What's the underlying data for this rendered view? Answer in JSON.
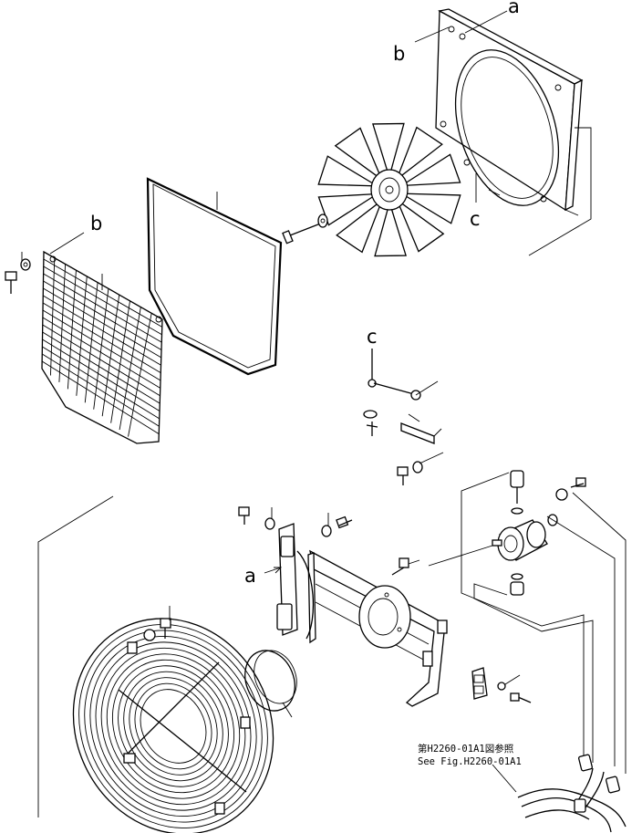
{
  "callouts": {
    "a_top": "a",
    "b_top": "b",
    "c_shroud": "c",
    "b_guard": "b",
    "c_rod": "c",
    "a_bracket": "a"
  },
  "reference": {
    "line1": "第H2260-01A1図参照",
    "line2": "See Fig.H2260-01A1"
  }
}
